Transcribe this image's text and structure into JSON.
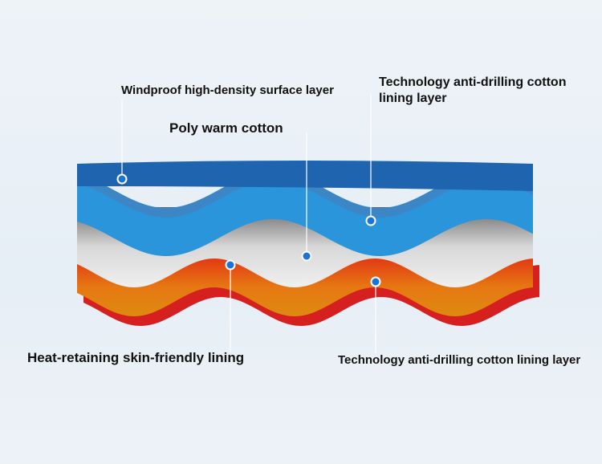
{
  "labels": {
    "windproof": "Windproof high-density surface layer",
    "tech_top": "Technology anti-drilling cotton lining layer",
    "poly": "Poly warm cotton",
    "heat": "Heat-retaining skin-friendly lining",
    "tech_bottom": "Technology anti-drilling cotton lining layer"
  },
  "colors": {
    "surface": "#1f64ae",
    "blue_layer": "#2b95dc",
    "cotton": "#e9eaea",
    "orange_layer": "#e07a10",
    "red_edge": "#d62020",
    "dot": "#1a73d6"
  }
}
